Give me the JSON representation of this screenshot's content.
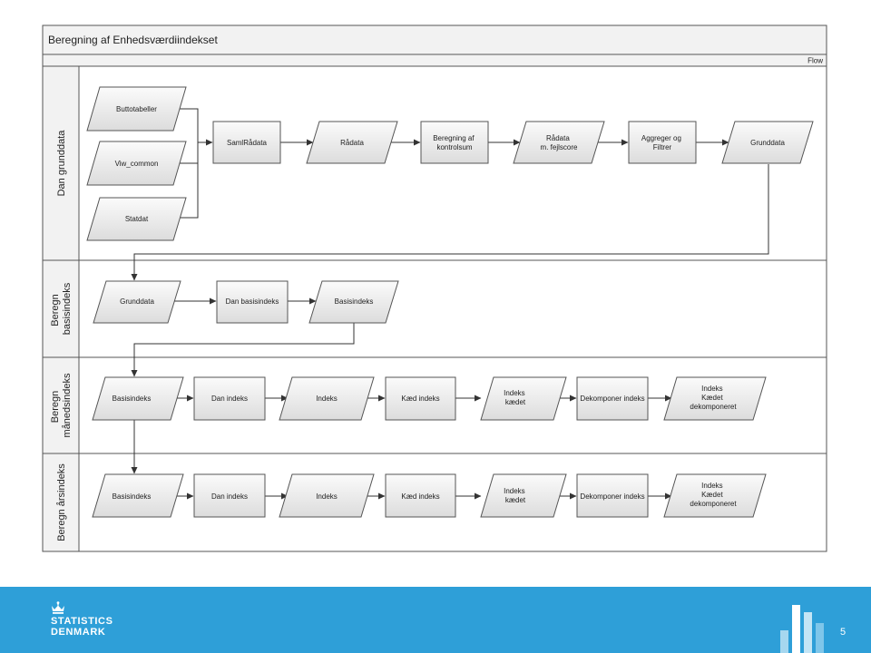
{
  "slide": {
    "title": "Beregning af Enhedsværdiindekset",
    "flow_label": "Flow",
    "page_number": "5"
  },
  "lanes": [
    {
      "label_lines": [
        "Dan grunddata"
      ]
    },
    {
      "label_lines": [
        "Beregn",
        "basisindeks"
      ]
    },
    {
      "label_lines": [
        "Beregn",
        "månedsindeks"
      ]
    },
    {
      "label_lines": [
        "Beregn årsindeks"
      ]
    }
  ],
  "nodes": {
    "buttotabeller": {
      "lines": [
        "Buttotabeller"
      ]
    },
    "viw_common": {
      "lines": [
        "Viw_common"
      ]
    },
    "statdat": {
      "lines": [
        "Statdat"
      ]
    },
    "samlradata": {
      "lines": [
        "SamlRådata"
      ]
    },
    "radata": {
      "lines": [
        "Rådata"
      ]
    },
    "beregning_kontrolsum": {
      "lines": [
        "Beregning af",
        "kontrolsum"
      ]
    },
    "radata_fejlscore": {
      "lines": [
        "Rådata",
        "m. fejlscore"
      ]
    },
    "aggreger_filtrer": {
      "lines": [
        "Aggreger og",
        "Filtrer"
      ]
    },
    "grunddata_out": {
      "lines": [
        "Grunddata"
      ]
    },
    "grunddata_in": {
      "lines": [
        "Grunddata"
      ]
    },
    "dan_basisindeks": {
      "lines": [
        "Dan basisindeks"
      ]
    },
    "basisindeks_out": {
      "lines": [
        "Basisindeks"
      ]
    },
    "m_basisindeks": {
      "lines": [
        "Basisindeks"
      ]
    },
    "m_dan_indeks": {
      "lines": [
        "Dan indeks"
      ]
    },
    "m_indeks": {
      "lines": [
        "Indeks"
      ]
    },
    "m_kaed_indeks": {
      "lines": [
        "Kæd indeks"
      ]
    },
    "m_indeks_kaedet": {
      "lines": [
        "Indeks",
        "kædet"
      ]
    },
    "m_dekomponer": {
      "lines": [
        "Dekomponer indeks"
      ]
    },
    "m_result": {
      "lines": [
        "Indeks",
        "Kædet",
        "dekomponeret"
      ]
    },
    "a_basisindeks": {
      "lines": [
        "Basisindeks"
      ]
    },
    "a_dan_indeks": {
      "lines": [
        "Dan indeks"
      ]
    },
    "a_indeks": {
      "lines": [
        "Indeks"
      ]
    },
    "a_kaed_indeks": {
      "lines": [
        "Kæd indeks"
      ]
    },
    "a_indeks_kaedet": {
      "lines": [
        "Indeks",
        "kædet"
      ]
    },
    "a_dekomponer": {
      "lines": [
        "Dekomponer indeks"
      ]
    },
    "a_result": {
      "lines": [
        "Indeks",
        "Kædet",
        "dekomponeret"
      ]
    }
  },
  "footer": {
    "logo_lines": [
      "STATISTICS",
      "DENMARK"
    ],
    "background": "#2e9fd8"
  }
}
